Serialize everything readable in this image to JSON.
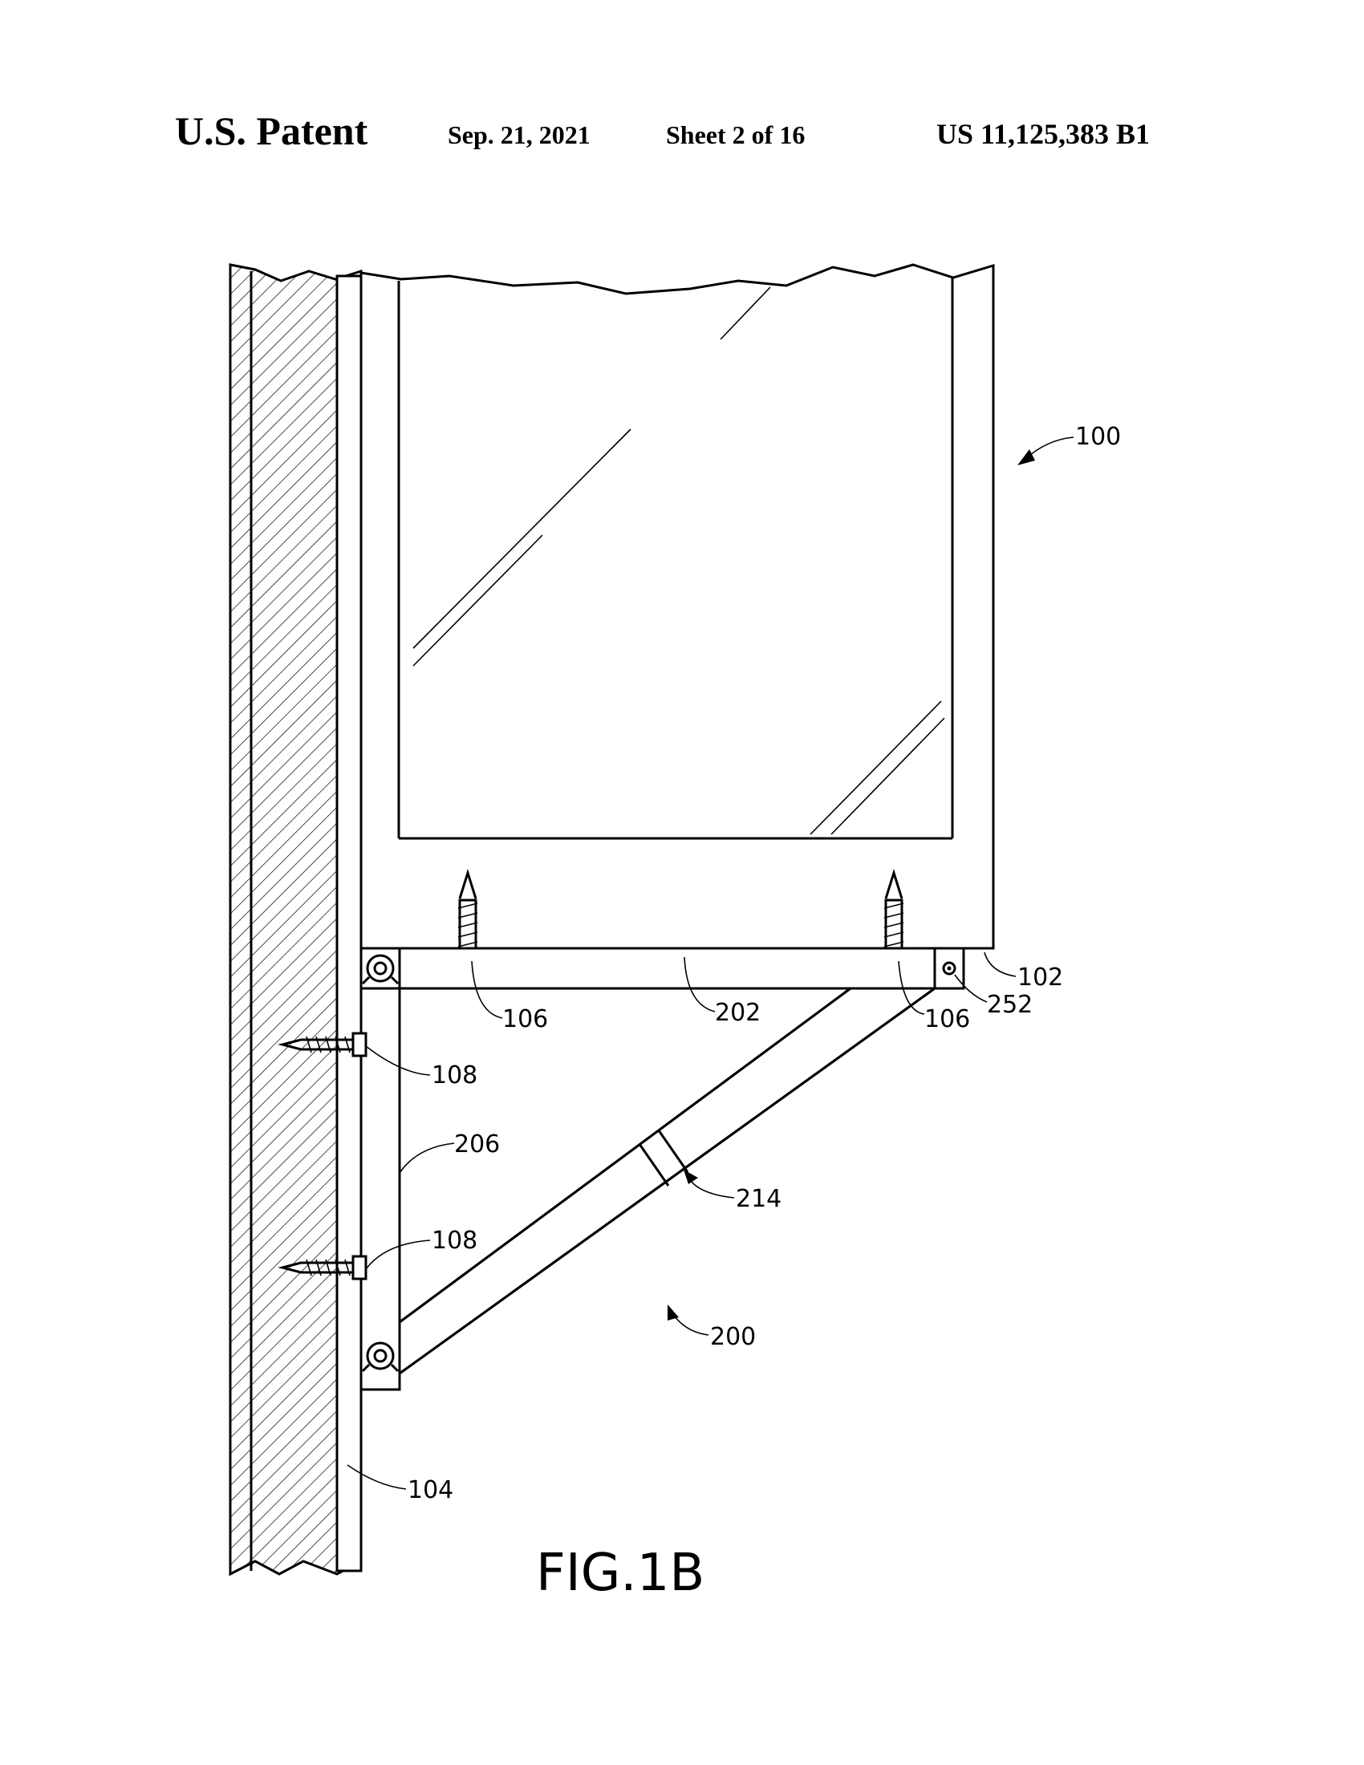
{
  "header": {
    "title": "U.S. Patent",
    "date": "Sep. 21, 2021",
    "sheet": "Sheet 2 of 16",
    "patent_number": "US 11,125,383 B1"
  },
  "figure": {
    "caption": "FIG.1B",
    "labels": {
      "window": "100",
      "sill": "102",
      "wall": "104",
      "screw_left": "106",
      "screw_right": "106",
      "wall_screw_upper": "108",
      "wall_screw_lower": "108",
      "bracket": "200",
      "top_arm": "202",
      "vertical_arm": "206",
      "brace_joint": "214",
      "pivot_pin": "252"
    }
  }
}
